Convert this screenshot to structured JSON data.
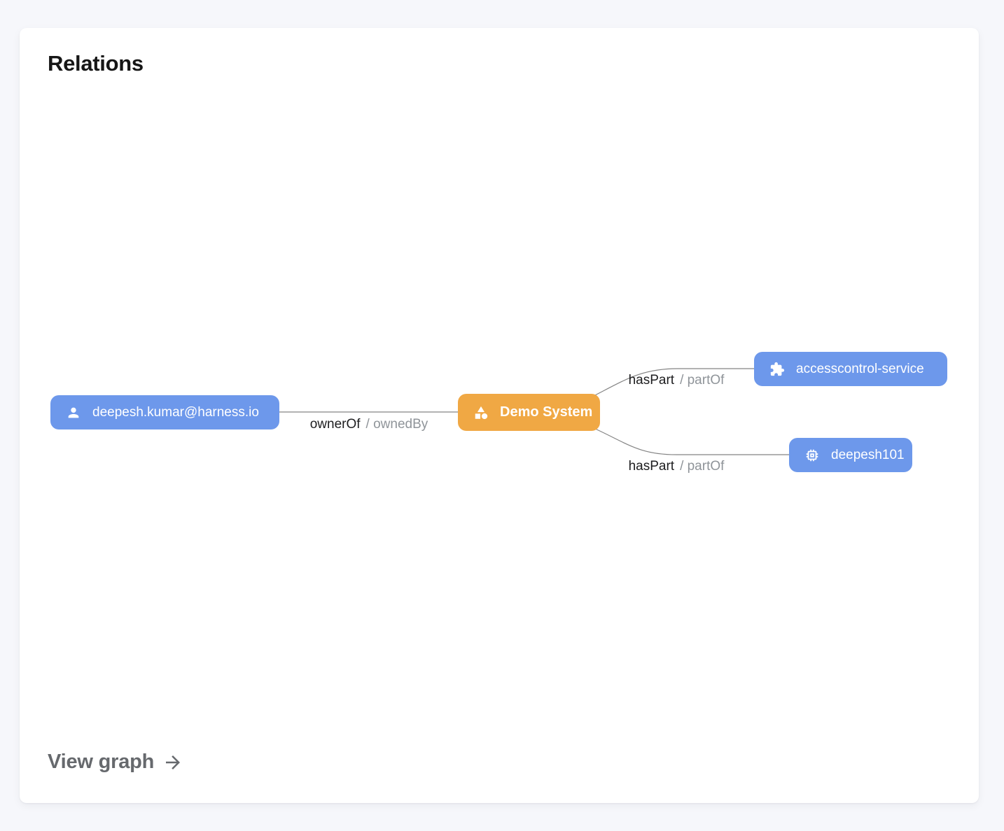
{
  "card": {
    "title": "Relations",
    "footer": {
      "label": "View graph",
      "icon": "arrow-right-icon"
    }
  },
  "graph": {
    "nodes": [
      {
        "label": "deepesh.kumar@harness.io",
        "icon": "person-icon",
        "color": "#6d98eb"
      },
      {
        "label": "Demo System",
        "icon": "category-icon",
        "color": "#f0a844"
      },
      {
        "label": "accesscontrol-service",
        "icon": "puzzle-icon",
        "color": "#6d98eb"
      },
      {
        "label": "deepesh101",
        "icon": "chip-icon",
        "color": "#6d98eb"
      }
    ],
    "edges": [
      {
        "primary": "ownerOf",
        "rest": "/ ownedBy"
      },
      {
        "primary": "hasPart",
        "rest": "/ partOf"
      },
      {
        "primary": "hasPart",
        "rest": "/ partOf"
      }
    ]
  },
  "colors": {
    "node_blue": "#6d98eb",
    "node_orange": "#f0a844",
    "edge_line": "#848484",
    "edge_label_primary": "#1d1d1f",
    "edge_label_secondary": "#8f9499",
    "footer_text": "#66696d",
    "card_background": "#ffffff",
    "page_background": "#f6f7fb"
  }
}
